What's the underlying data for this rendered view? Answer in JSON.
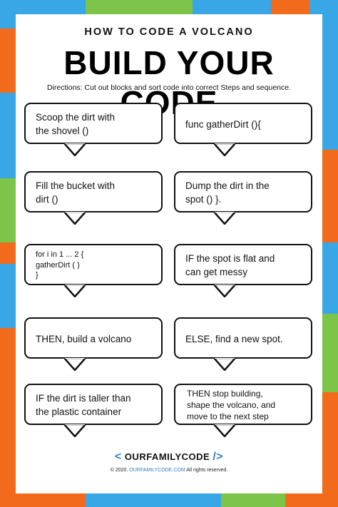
{
  "header": {
    "subtitle": "HOW TO CODE A VOLCANO",
    "title": "BUILD YOUR CODE",
    "directions": "Directions: Cut out blocks and sort code into correct Steps and sequence."
  },
  "cards": [
    "Scoop the dirt with\nthe shovel ()",
    "func gatherDirt (){",
    "Fill the bucket with\ndirt ()",
    "Dump the dirt in the\nspot () }.",
    "for i in 1 ... 2 {\n gatherDirt ( )\n}",
    "IF the spot is flat and\ncan get messy",
    "THEN, build a volcano",
    "ELSE, find a new spot.",
    "IF the dirt is taller than\nthe plastic container",
    "THEN stop building,\nshape the volcano, and\nmove to the next step"
  ],
  "footer": {
    "bracket_left": "<",
    "brand": "OURFAMILYCODE",
    "bracket_right": "/>",
    "copyright_prefix": "© 2020.",
    "copyright_site": "OURFAMILYCODE.COM",
    "copyright_suffix": "All rights reserved."
  },
  "colors": {
    "orange": "#f26a1b",
    "blue": "#39a6e6",
    "green": "#7cc44a",
    "brand_blue": "#2f80c9"
  }
}
